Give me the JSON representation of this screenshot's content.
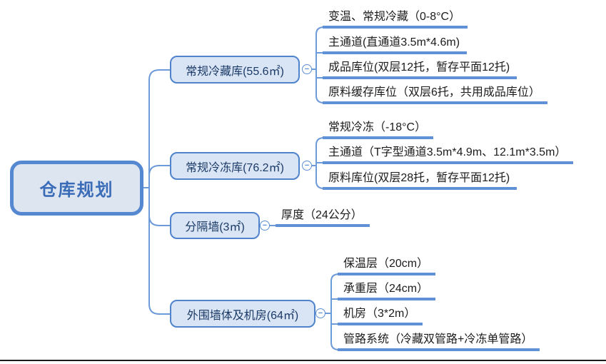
{
  "colors": {
    "line_blue": "#6090d5",
    "node_border_blue": "#4f83cc",
    "node_fill_blue": "#d9e5f5",
    "root_border": "#5588d0",
    "root_fill": "#dde5f1",
    "root_text": "#3a6cb8",
    "branch_text": "#1b3a66",
    "subtopic_text": "#1c1c1c",
    "bottom_divider": "#1a1a1a"
  },
  "icons": {
    "minus_glyph": "−"
  },
  "mindmap": {
    "root": {
      "label": "仓库规划"
    },
    "branches": [
      {
        "label": "常规冷藏库(55.6㎡)",
        "children": [
          "变温、常规冷藏（0-8°C）",
          "主通道(直通道3.5m*4.6m)",
          "成品库位(双层12托，暂存平面12托)",
          "原料缓存库位（双层6托，共用成品库位）"
        ]
      },
      {
        "label": "常规冷冻库(76.2㎡)",
        "children": [
          "常规冷冻（-18°C）",
          "主通道（T字型通道3.5m*4.9m、12.1m*3.5m）",
          "原料库位(双层28托，暂存平面12托)"
        ]
      },
      {
        "label": "分隔墙(3㎡)",
        "children": [
          "厚度（24公分）"
        ]
      },
      {
        "label": "外围墙体及机房(64㎡)",
        "children": [
          "保温层（20cm）",
          "承重层（24cm）",
          "机房（3*2m）",
          "管路系统（冷藏双管路+冷冻单管路）"
        ]
      }
    ]
  }
}
